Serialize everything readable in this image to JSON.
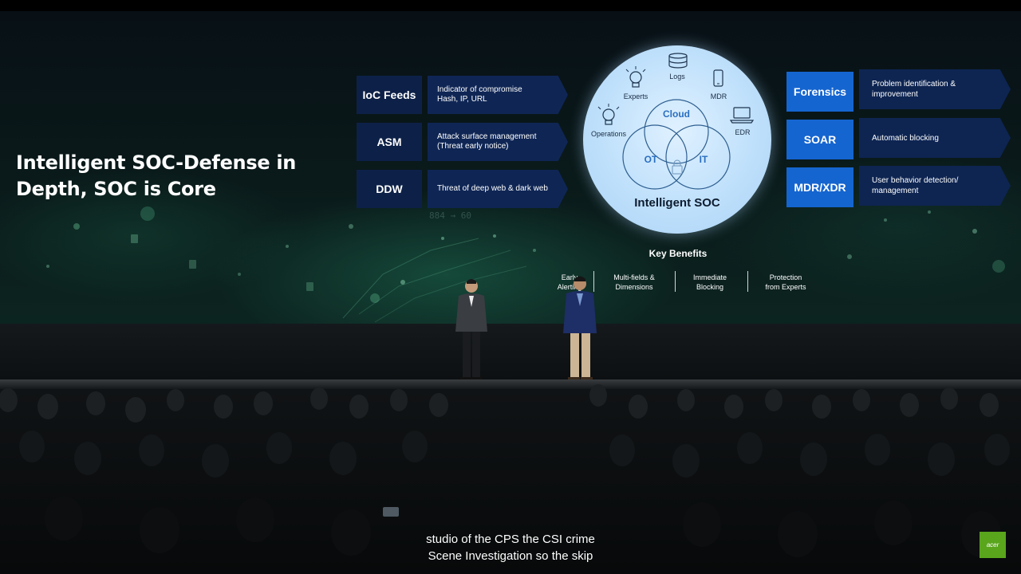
{
  "slide": {
    "title": "Intelligent SOC-Defense in Depth, SOC is Core",
    "left_items": [
      {
        "label": "IoC Feeds",
        "desc": "Indicator of compromise\nHash, IP, URL"
      },
      {
        "label": "ASM",
        "desc": "Attack surface management\n(Threat early notice)"
      },
      {
        "label": "DDW",
        "desc": "Threat of deep web & dark web"
      }
    ],
    "right_items": [
      {
        "label": "Forensics",
        "desc": "Problem identification &\nimprovement"
      },
      {
        "label": "SOAR",
        "desc": "Automatic blocking"
      },
      {
        "label": "MDR/XDR",
        "desc": "User behavior detection/\nmanagement"
      }
    ],
    "soc": {
      "title": "Intelligent SOC",
      "venn": [
        "Cloud",
        "OT",
        "IT"
      ],
      "sources": [
        "Logs",
        "Experts",
        "MDR",
        "Operations",
        "EDR"
      ]
    },
    "key_benefits": {
      "title": "Key Benefits",
      "items": [
        "Early\nAlerting",
        "Multi-fields &\nDimensions",
        "Immediate\nBlocking",
        "Protection\nfrom Experts"
      ]
    },
    "background_code": "884 → 60"
  },
  "subtitle": "studio of the CPS the CSI crime\nScene Investigation so the skip",
  "logo": {
    "text": "acer",
    "color": "#59a51c"
  },
  "colors": {
    "left_box": "#0d2148",
    "right_box": "#1565d0",
    "soc_circle": "#bfe0fb"
  },
  "icons": [
    "database-icon",
    "lightbulb-brain-icon",
    "mobile-phone-icon",
    "gear-bulb-icon",
    "laptop-icon",
    "lock-icon"
  ]
}
